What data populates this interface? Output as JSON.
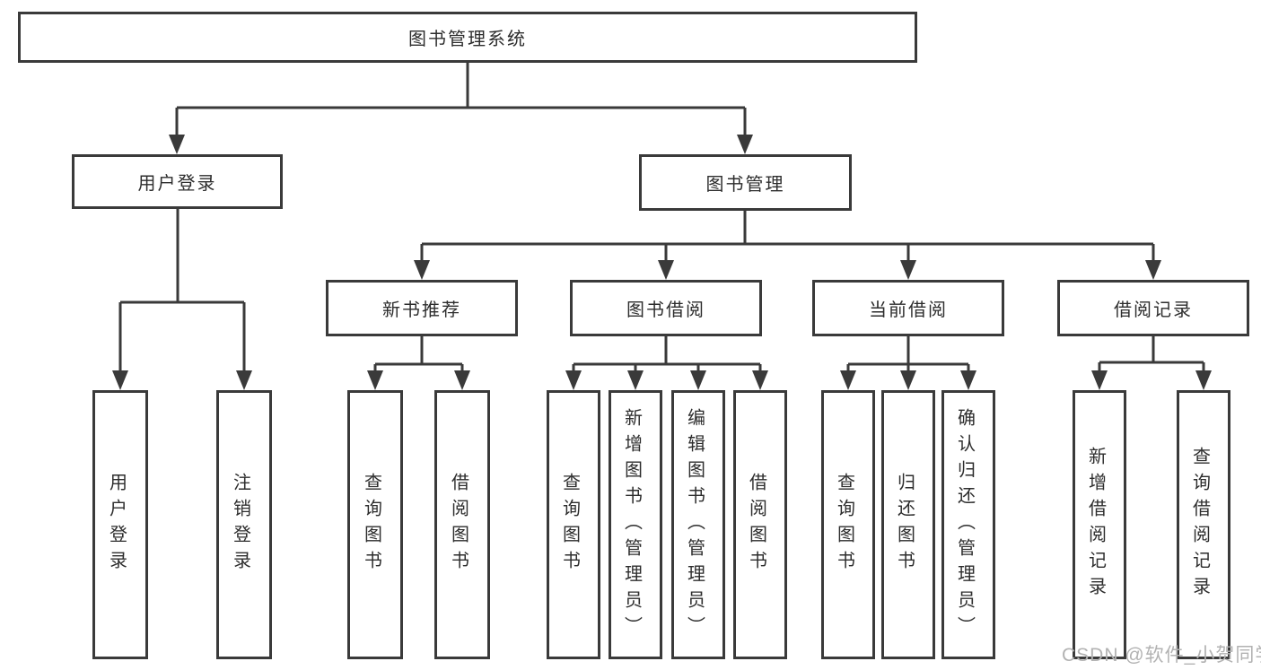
{
  "diagram": {
    "title": "图书管理系统",
    "nodes": {
      "root": "图书管理系统",
      "user_login": "用户登录",
      "book_management": "图书管理",
      "new_book_recommend": "新书推荐",
      "book_borrow": "图书借阅",
      "current_borrow": "当前借阅",
      "borrow_records": "借阅记录",
      "ul_login": "用户登录",
      "ul_logout": "注销登录",
      "nb_query": "查询图书",
      "nb_borrow": "借阅图书",
      "bb_query": "查询图书",
      "bb_add": "新增图书（管理员）",
      "bb_edit": "编辑图书（管理员）",
      "bb_borrow": "借阅图书",
      "cb_query": "查询图书",
      "cb_return": "归还图书",
      "cb_confirm": "确认归还（管理员）",
      "br_add": "新增借阅记录",
      "br_query": "查询借阅记录"
    },
    "colors": {
      "line": "#3a3a3a",
      "text": "#2d2d2d",
      "box_fill": "#ffffff",
      "watermark": "#b2b2b2"
    }
  },
  "watermark": "CSDN @软件_小贺同学"
}
